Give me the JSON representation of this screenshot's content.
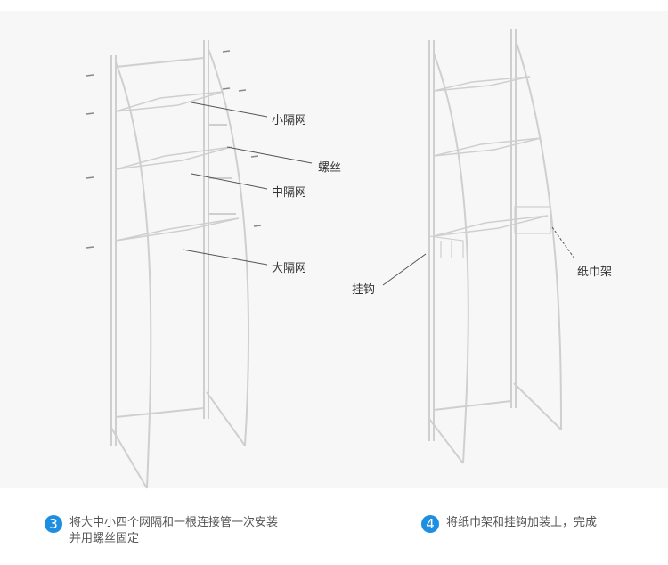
{
  "left_figure": {
    "labels": {
      "small_mesh": "小隔网",
      "screw": "螺丝",
      "medium_mesh": "中隔网",
      "large_mesh": "大隔网"
    }
  },
  "right_figure": {
    "labels": {
      "hook": "挂钩",
      "towel_rack": "纸巾架"
    }
  },
  "steps": [
    {
      "number": "3",
      "line1": "将大中小四个网隔和一根连接管一次安装",
      "line2": "并用螺丝固定"
    },
    {
      "number": "4",
      "line1": "将纸巾架和挂钩加装上，完成"
    }
  ]
}
